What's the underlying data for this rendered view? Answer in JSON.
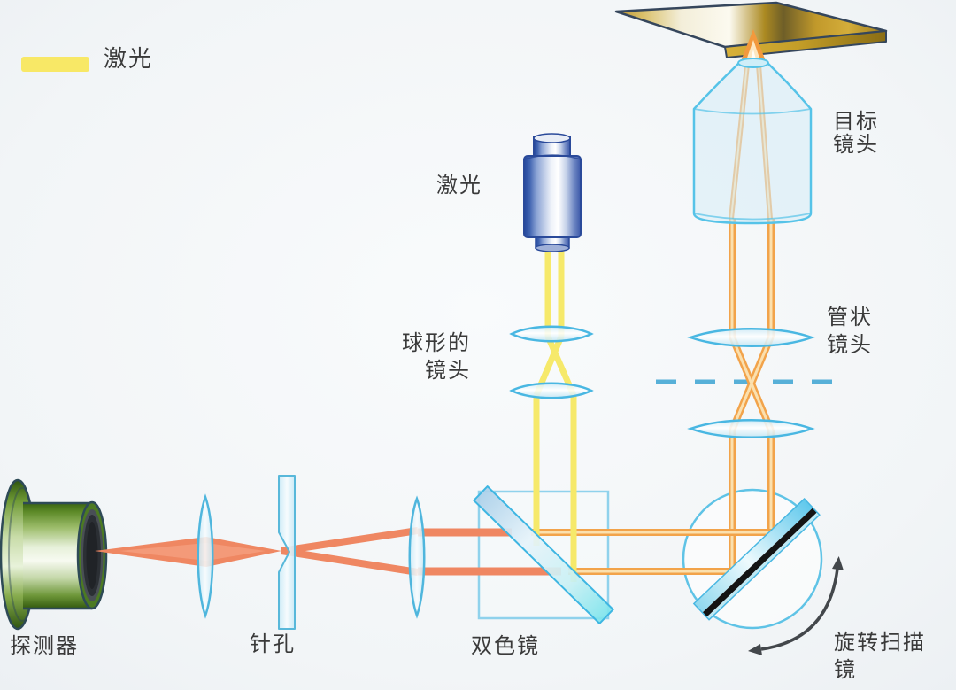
{
  "legend": {
    "swatch_color": "#f8e866",
    "label": "激光"
  },
  "labels": {
    "laser_source": "激光",
    "objective_line1": "目标",
    "objective_line2": "镜头",
    "tube_line1": "管状",
    "tube_line2": "镜头",
    "spherical_line1": "球形的",
    "spherical_line2": "镜头",
    "detector": "探测器",
    "pinhole": "针孔",
    "dichroic": "双色镜",
    "scanner_line1": "旋转扫描",
    "scanner_line2": "镜"
  },
  "colors": {
    "laser_beam_yellow": "#f6e96a",
    "excitation_beam_orange": "#f2a34a",
    "emission_beam_salmon": "#ef8762",
    "glass_fill": "#cdeaf6",
    "glass_stroke": "#49b7e2",
    "focal_dash_line": "#57b0d8",
    "label_text": "#3a3a3a",
    "background": "#f2f5f7"
  }
}
